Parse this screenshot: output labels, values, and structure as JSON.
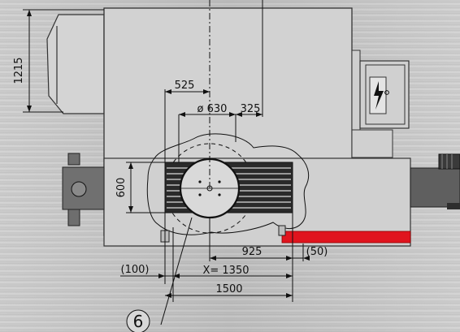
{
  "dimensions": {
    "height_left": "1215",
    "d525": "525",
    "d630": "ø 630",
    "d325": "325",
    "d600": "600",
    "d925": "925",
    "d50": "(50)",
    "d100": "(100)",
    "x1350": "X= 1350",
    "d1500": "1500"
  },
  "callout": {
    "number": "6"
  },
  "icons": {
    "electrical_warning": "lightning-bolt-icon"
  },
  "colors": {
    "accent_red": "#e0141e",
    "machine_gray": "#cfcfcf"
  }
}
